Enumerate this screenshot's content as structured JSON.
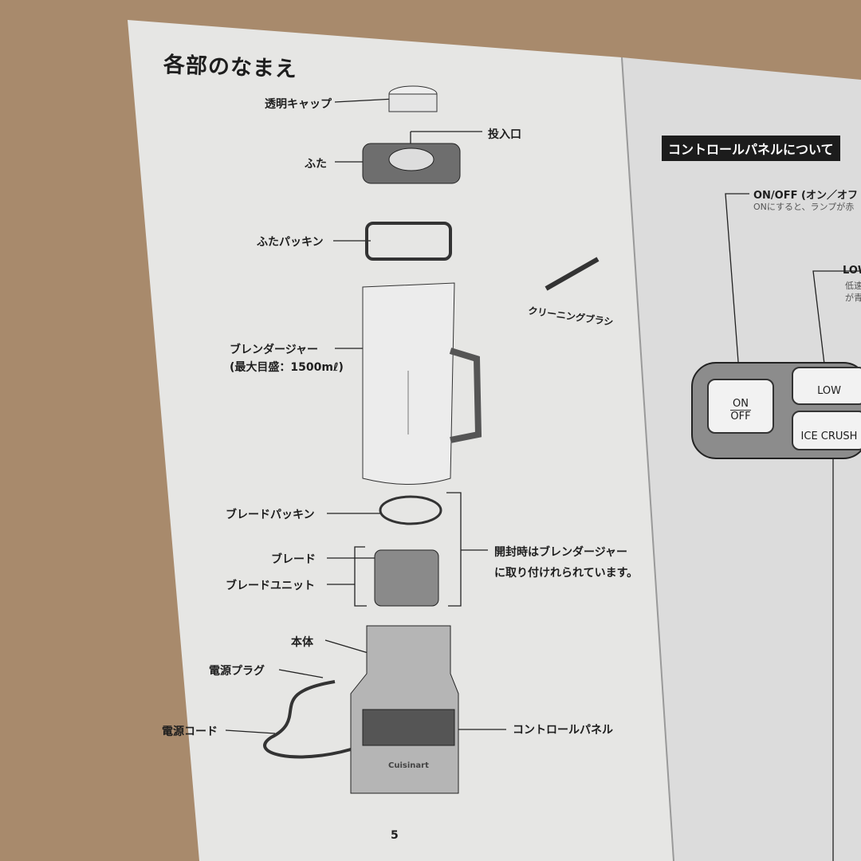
{
  "left_page": {
    "title": "各部のなまえ",
    "labels": {
      "clear_cap": "透明キャップ",
      "inlet": "投入口",
      "lid": "ふた",
      "lid_gasket": "ふたパッキン",
      "cleaning_brush": "クリーニングブラシ",
      "blender_jar": "ブレンダージャー",
      "jar_capacity": "(最大目盛：1500mℓ)",
      "blade_gasket": "ブレードパッキン",
      "blade": "ブレード",
      "blade_unit": "ブレードユニット",
      "note_line1": "開封時はブレンダージャー",
      "note_line2": "に取り付けれられています。",
      "base": "本体",
      "plug": "電源プラグ",
      "cord": "電源コード",
      "control_panel": "コントロールパネル",
      "brand": "Cuisinart"
    },
    "page_number": "5"
  },
  "right_page": {
    "header": "コントロールパネルについて",
    "onoff_title": "ON/OFF (オン／オフ",
    "onoff_desc": "ONにすると、ランプが赤",
    "low_title": "LOW",
    "low_desc_1": "低速",
    "low_desc_2": "が青",
    "buttons": {
      "on": "ON",
      "off": "OFF",
      "low": "LOW",
      "ice_crush": "ICE CRUSH"
    }
  }
}
